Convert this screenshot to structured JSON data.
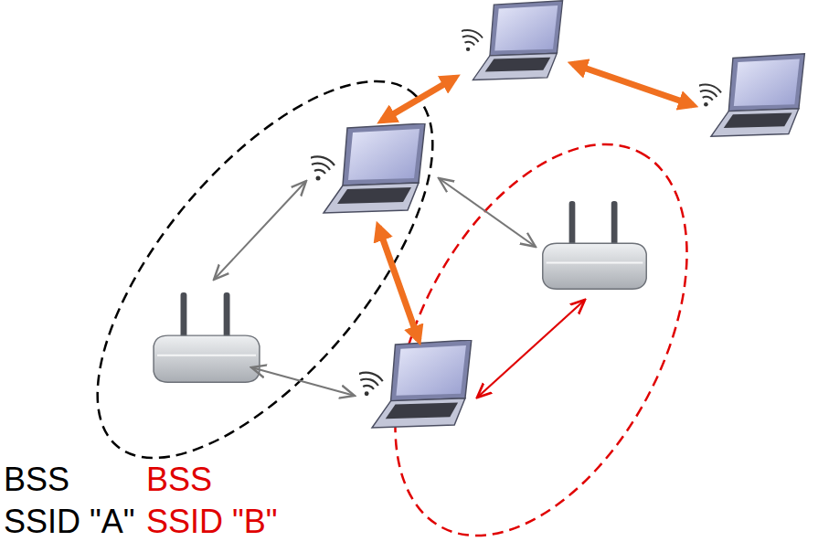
{
  "diagram": {
    "labels": [
      "BSS",
      "BSS",
      "SSID \"A\"",
      "SSID \"B\""
    ]
  }
}
